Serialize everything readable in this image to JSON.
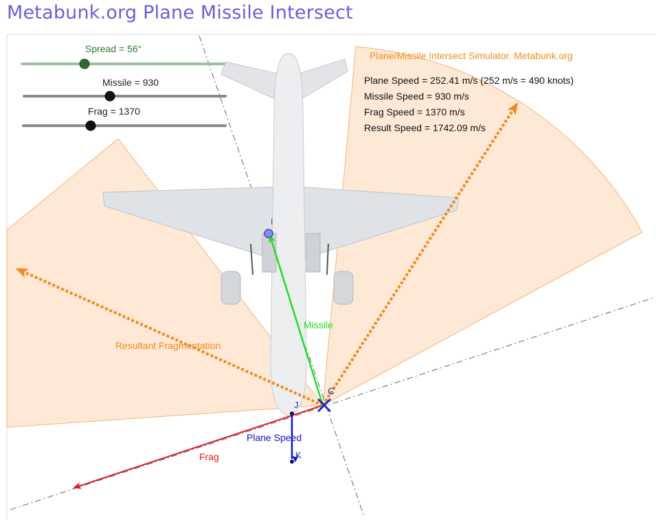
{
  "page": {
    "title": "Metabunk.org Plane Missile Intersect"
  },
  "sliders": [
    {
      "id": "spread",
      "label": "Spread = 56°",
      "value": 56,
      "min": 0,
      "max": 180,
      "color": "#5a9a5a"
    },
    {
      "id": "missile",
      "label": "Missile = 930",
      "value": 930,
      "min": 0,
      "max": 3000,
      "color": "#444444"
    },
    {
      "id": "frag",
      "label": "Frag = 1370",
      "value": 1370,
      "min": 0,
      "max": 4500,
      "color": "#444444"
    }
  ],
  "info": {
    "heading": "Plane/Missile Intersect Simulator. Metabunk.org",
    "lines": [
      "Plane Speed = 252.41 m/s (252 m/s = 490 knots)",
      "Missile Speed = 930 m/s",
      "Frag Speed = 1370 m/s",
      "Result Speed = 1742.09 m/s"
    ]
  },
  "labels": {
    "missile": "Missile",
    "resultant": "Resultant Fragmentation",
    "plane_speed": "Plane Speed",
    "frag": "Frag"
  },
  "points": {
    "i": "I",
    "c": "C",
    "j": "J",
    "k": "K"
  },
  "colors": {
    "title": "#6a5fd9",
    "missile": "#22dd22",
    "frag": "#e01b1b",
    "resultant": "#f08a1c",
    "plane_speed": "#1010cc",
    "sector": "#fde2c8",
    "heading": "#f08a1c"
  }
}
